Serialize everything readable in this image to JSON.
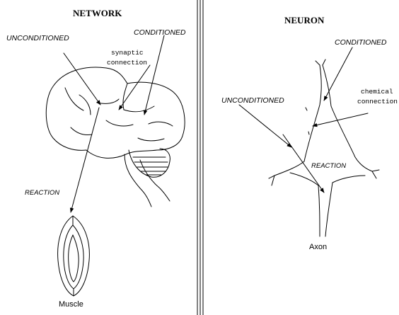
{
  "network": {
    "title": "NETWORK",
    "unconditioned": "UNCONDITIONED",
    "conditioned": "CONDITIONED",
    "synaptic_line1": "synaptic",
    "synaptic_line2": "connection",
    "reaction": "REACTION",
    "muscle": "Muscle"
  },
  "neuron": {
    "title": "NEURON",
    "conditioned": "CONDITIONED",
    "chemical_line1": "chemical",
    "chemical_line2": "connection",
    "unconditioned": "UNCONDITIONED",
    "reaction": "REACTION",
    "axon": "Axon"
  }
}
